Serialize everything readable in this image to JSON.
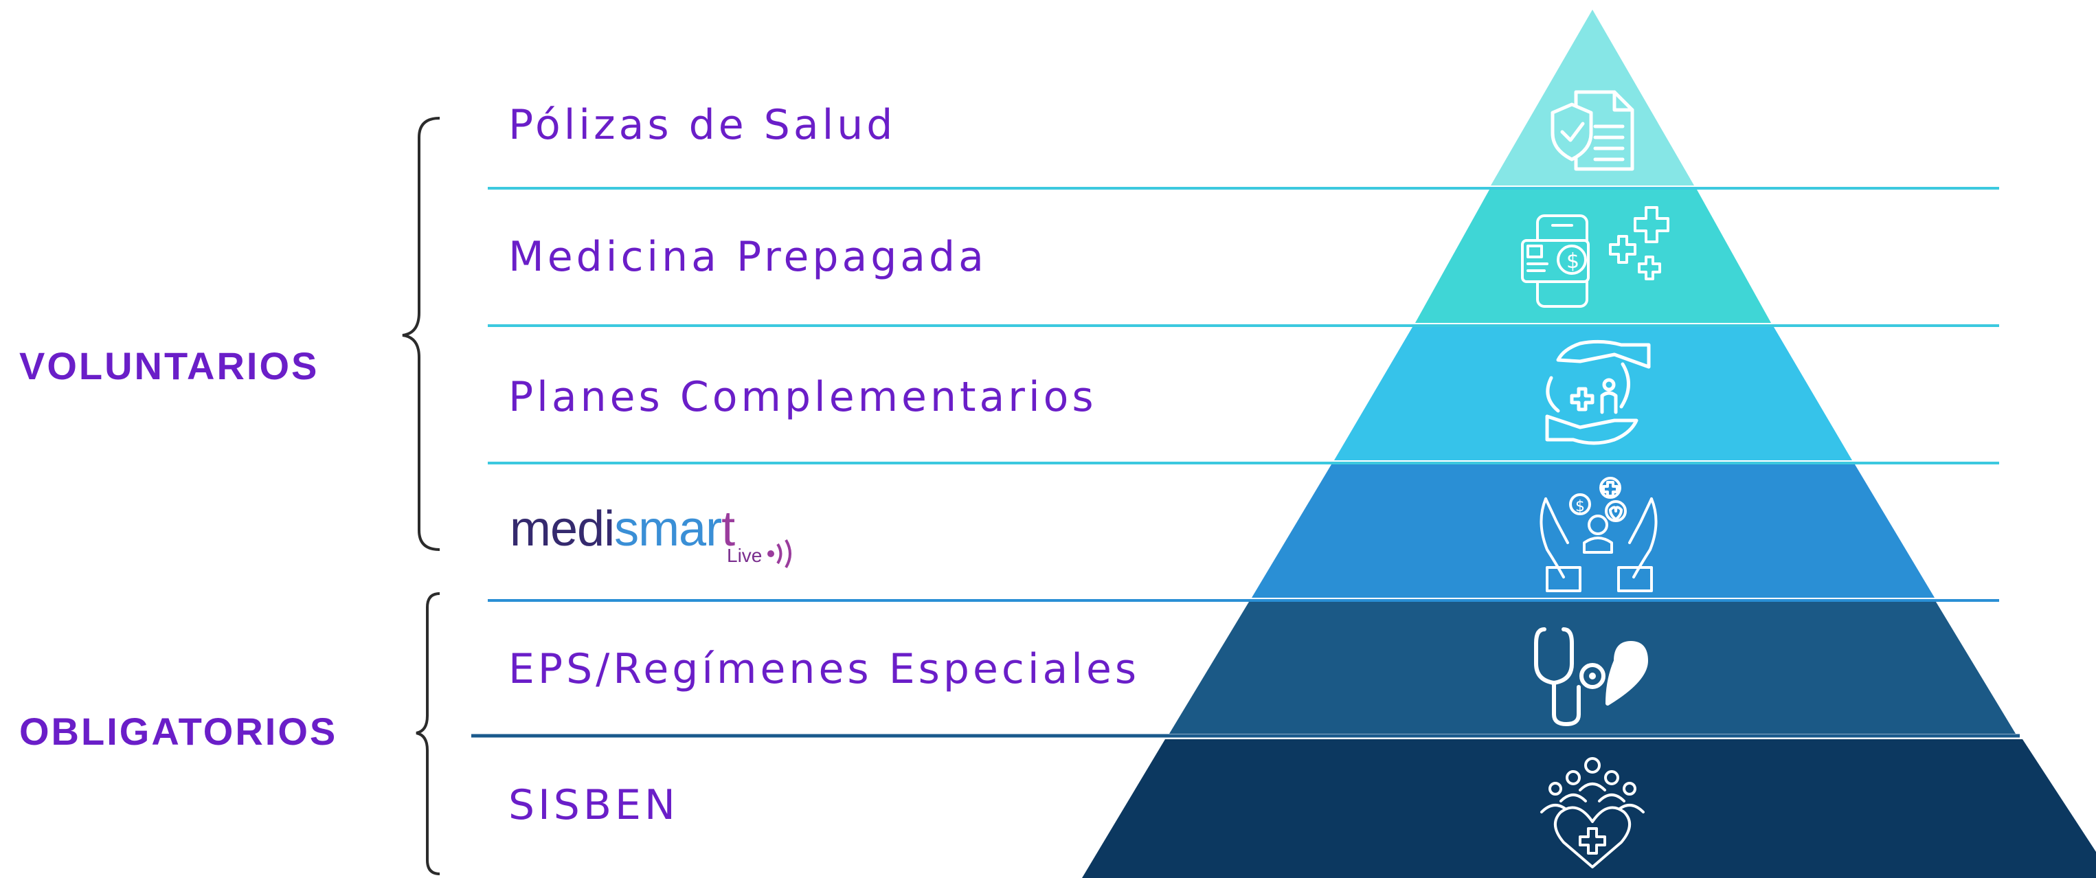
{
  "colors": {
    "label_text": "#6a1ec8",
    "group_text": "#6a1ec8",
    "brace": "#2b2b2b",
    "divider_voluntary": "#3cc9df",
    "divider_mandatory": "#1a5a8c",
    "icon_stroke": "#ffffff",
    "tier_fills": [
      "#86e6e6",
      "#3fd6d6",
      "#36c3ea",
      "#2a8fd5",
      "#1b5986",
      "#0c3860"
    ],
    "logo_medi": "#352a6e",
    "logo_smar": "#3a8fd6",
    "logo_t": "#9a3c9c",
    "logo_live": "#7a2e8e"
  },
  "groups": [
    {
      "label": "VOLUNTARIOS"
    },
    {
      "label": "OBLIGATORIOS"
    }
  ],
  "tiers": [
    {
      "label": "Pólizas de Salud",
      "icon": "insurance-policy-icon"
    },
    {
      "label": "Medicina Prepagada",
      "icon": "mobile-payment-health-icon"
    },
    {
      "label": "Planes Complementarios",
      "icon": "hands-protecting-family-icon"
    },
    {
      "label": "",
      "icon": "hands-holding-care-icon",
      "logo": {
        "medi": "medi",
        "smar": "smar",
        "t": "t",
        "sub": "Live"
      }
    },
    {
      "label": "EPS/Regímenes Especiales",
      "icon": "stethoscope-heart-icon"
    },
    {
      "label": "SISBEN",
      "icon": "community-heart-icon"
    }
  ]
}
